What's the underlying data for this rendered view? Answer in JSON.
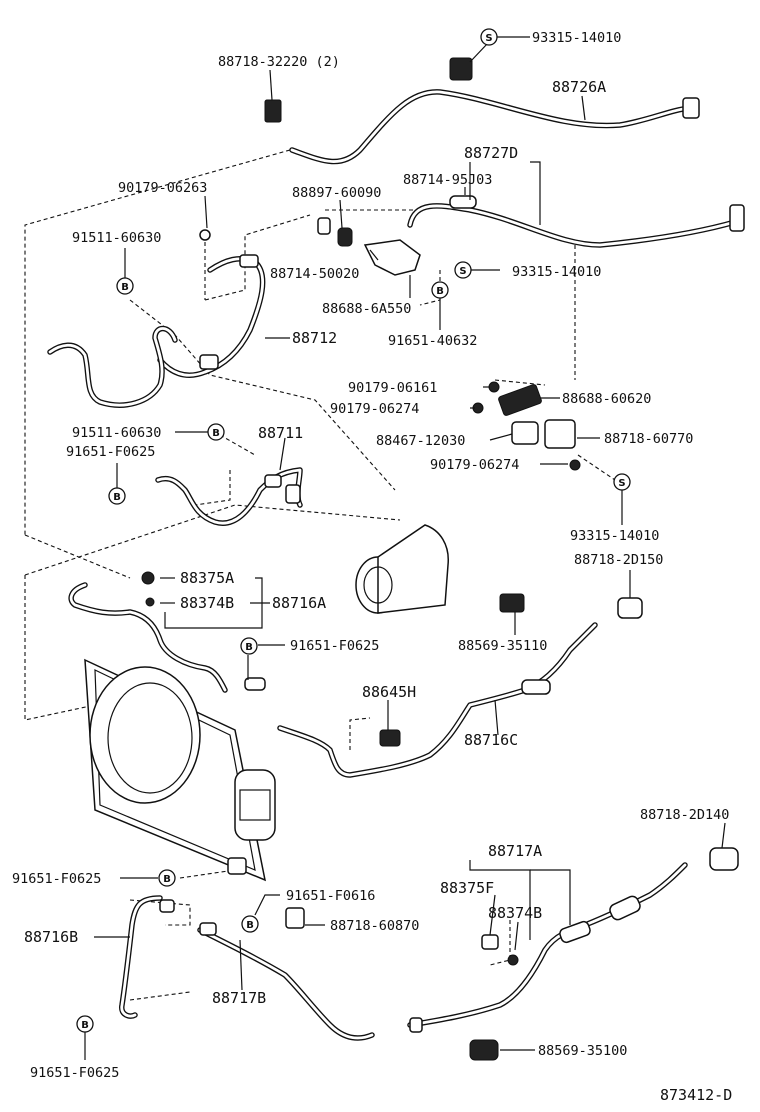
{
  "labels": {
    "p93315_14010_top": "93315-14010",
    "p88718_32220": "88718-32220 (2)",
    "p88726A": "88726A",
    "p88727D": "88727D",
    "p90179_06263": "90179-06263",
    "p88897_60090": "88897-60090",
    "p88714_95J03": "88714-95J03",
    "p91511_60630_a": "91511-60630",
    "p88714_50020": "88714-50020",
    "p93315_14010_mid": "93315-14010",
    "p88688_6A550": "88688-6A550",
    "p88712": "88712",
    "p91651_40632": "91651-40632",
    "p90179_06161": "90179-06161",
    "p88688_60620": "88688-60620",
    "p90179_06274_a": "90179-06274",
    "p88467_12030": "88467-12030",
    "p88718_60770": "88718-60770",
    "p91511_60630_b": "91511-60630",
    "p88711": "88711",
    "p91651_F0625_a": "91651-F0625",
    "p90179_06274_b": "90179-06274",
    "p93315_14010_low": "93315-14010",
    "p88718_2D150": "88718-2D150",
    "p88375A": "88375A",
    "p88374B_a": "88374B",
    "p88716A": "88716A",
    "p88569_35110": "88569-35110",
    "p91651_F0625_b": "91651-F0625",
    "p88645H": "88645H",
    "p88716C": "88716C",
    "p88718_2D140": "88718-2D140",
    "p88717A": "88717A",
    "p91651_F0625_c": "91651-F0625",
    "p91651_F0616": "91651-F0616",
    "p88375F": "88375F",
    "p88374B_b": "88374B",
    "p88716B": "88716B",
    "p88718_60870": "88718-60870",
    "p88717B": "88717B",
    "p91651_F0625_d": "91651-F0625",
    "p88569_35100": "88569-35100",
    "diagram_id": "873412-D"
  },
  "markers": {
    "s": "S",
    "b": "B"
  }
}
